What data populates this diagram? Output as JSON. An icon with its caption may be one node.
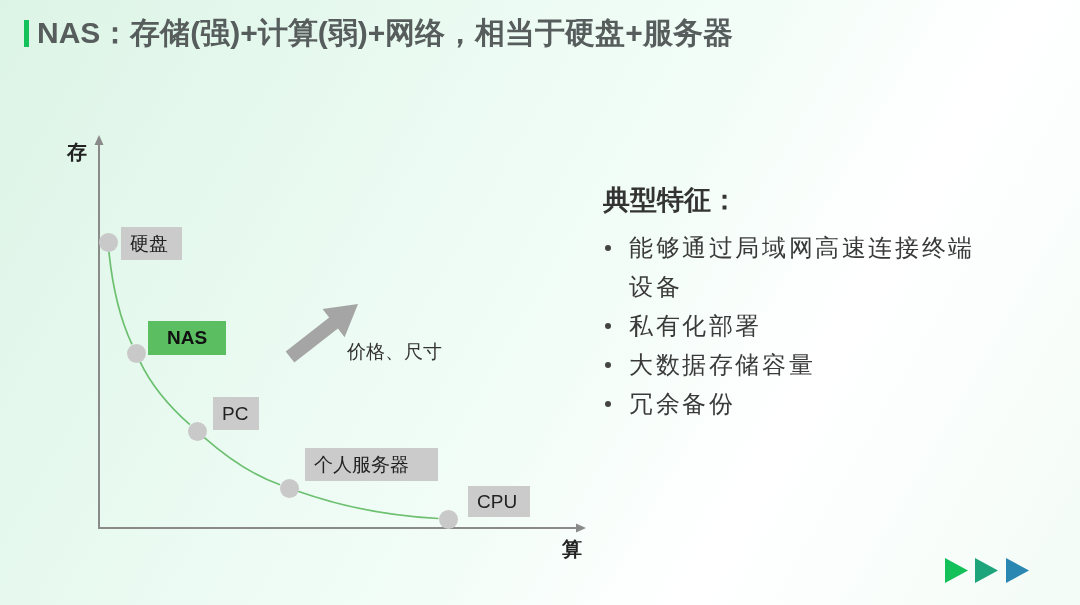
{
  "diagram": {
    "title": "NAS：存储(强)+计算(弱)+网络，相当于硬盘+服务器",
    "nodes": [
      {
        "text": [
          "硬盘"
        ]
      },
      {
        "text": [
          "NAS"
        ]
      },
      {
        "text": [
          "PC"
        ]
      },
      {
        "text": [
          "个人服务器"
        ]
      },
      {
        "text": [
          "CPU"
        ]
      },
      {
        "text": [],
        "shape": "circle"
      },
      {
        "text": [],
        "shape": "circle"
      },
      {
        "text": [],
        "shape": "circle"
      },
      {
        "text": [],
        "shape": "circle"
      },
      {
        "text": [],
        "shape": "circle"
      }
    ],
    "edges": [
      {
        "from": 5,
        "to": 6,
        "arrow": "none"
      },
      {
        "from": 6,
        "to": 7,
        "arrow": "none"
      },
      {
        "from": 7,
        "to": 8,
        "arrow": "none"
      },
      {
        "from": 8,
        "to": 9,
        "arrow": "none"
      }
    ],
    "labels": [
      "存",
      "价格、尺寸",
      "算",
      "典型特征：",
      "能够通过局域网高速连接终端设备",
      "私有化部署",
      "大数据存储容量",
      "冗余备份"
    ]
  }
}
